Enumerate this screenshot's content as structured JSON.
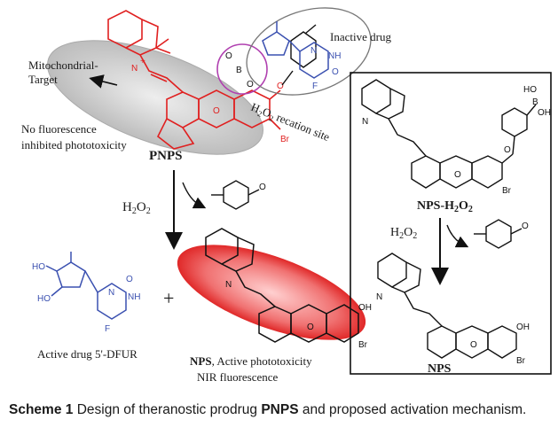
{
  "labels": {
    "mito_1": "Mitochondrial-",
    "mito_2": "Target",
    "inactive": "Inactive drug",
    "reaction_site": "H",
    "reaction_site_sub": "2",
    "reaction_site_mid": "O",
    "reaction_site_sub2": "2",
    "reaction_site_tail": " recation site",
    "no_fluor": "No fluorescence",
    "inhibited": "inhibited phototoxicity",
    "pnps": "PNPS",
    "h2o2_left": "H",
    "h2o2_right": "H",
    "nps_h2o2": "NPS-H",
    "nps_h2o2_o": "O",
    "active_drug": "Active drug 5'-DFUR",
    "nps_bottom": "NPS",
    "nps_desc": ", Active phototoxicity",
    "nir": "NIR fluorescence",
    "nps_box": "NPS",
    "plus": "+",
    "sub2": "2",
    "o": "O"
  },
  "caption": {
    "lead": "Scheme 1",
    "text_a": "  Design of theranostic prodrug ",
    "bold": "PNPS",
    "text_b": " and proposed activation mechanism."
  },
  "colors": {
    "dye_red": "#e02020",
    "drug_blue": "#3a50b0",
    "highlight_purple": "#b040b0",
    "grey_ellipse": "#c8c8c8"
  }
}
